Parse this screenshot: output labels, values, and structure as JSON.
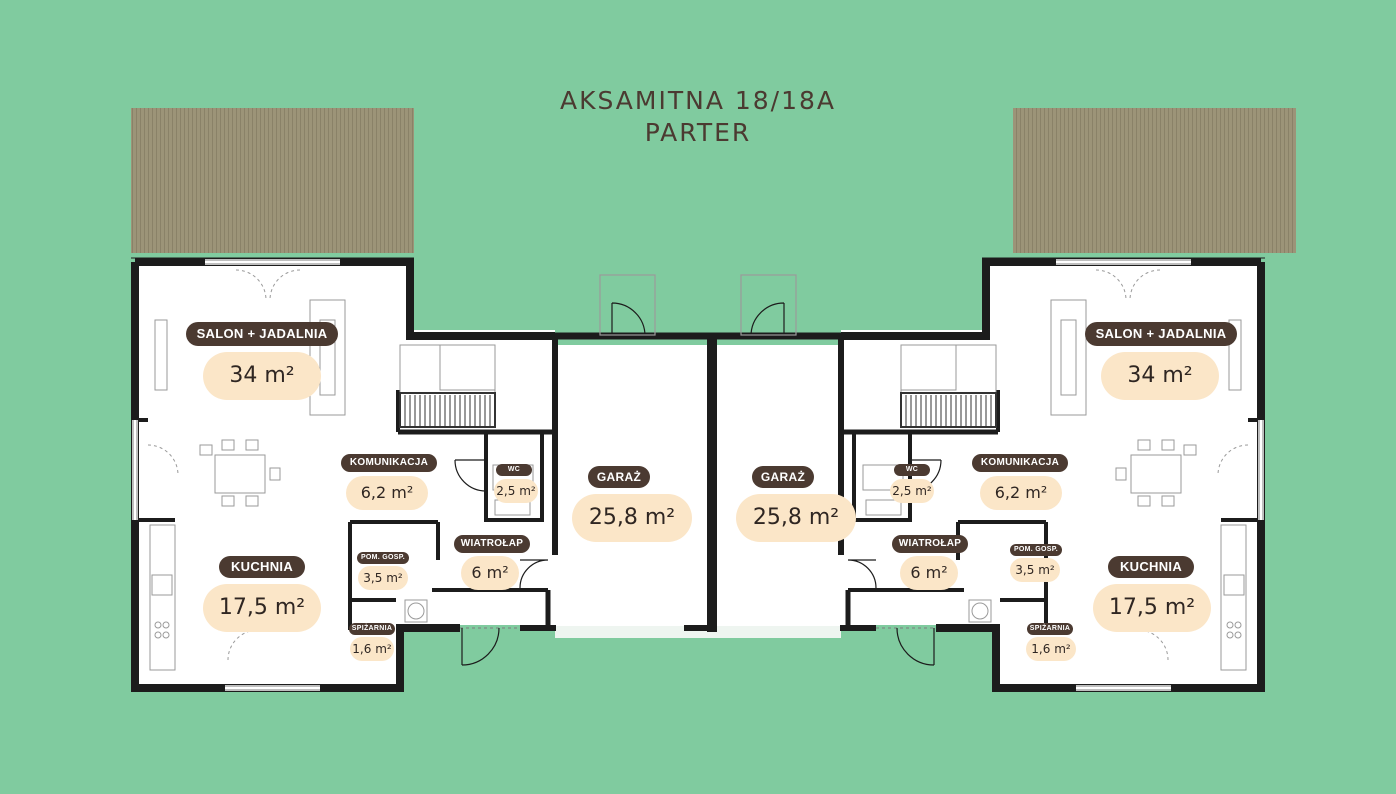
{
  "title": {
    "line1": "AKSAMITNA 18/18A",
    "line2": "PARTER"
  },
  "colors": {
    "background": "#80cb9f",
    "label_bg": "#4b3a31",
    "area_bg": "#fbe6c8",
    "terrace": "#9c9478",
    "wall": "#1c1c1c"
  },
  "left": {
    "salon": {
      "label": "SALON + JADALNIA",
      "area": "34 m²"
    },
    "komunikacja": {
      "label": "KOMUNIKACJA",
      "area": "6,2 m²"
    },
    "wc": {
      "label": "WC",
      "area": "2,5 m²"
    },
    "garaz": {
      "label": "GARAŻ",
      "area": "25,8 m²"
    },
    "wiatrolap": {
      "label": "WIATROŁAP",
      "area": "6 m²"
    },
    "pom_gosp": {
      "label": "POM. GOSP.",
      "area": "3,5 m²"
    },
    "kuchnia": {
      "label": "KUCHNIA",
      "area": "17,5 m²"
    },
    "spizarnia": {
      "label": "SPIŻARNIA",
      "area": "1,6 m²"
    }
  },
  "right": {
    "salon": {
      "label": "SALON + JADALNIA",
      "area": "34 m²"
    },
    "komunikacja": {
      "label": "KOMUNIKACJA",
      "area": "6,2 m²"
    },
    "wc": {
      "label": "WC",
      "area": "2,5 m²"
    },
    "garaz": {
      "label": "GARAŻ",
      "area": "25,8 m²"
    },
    "wiatrolap": {
      "label": "WIATROŁAP",
      "area": "6 m²"
    },
    "pom_gosp": {
      "label": "POM. GOSP.",
      "area": "3,5 m²"
    },
    "kuchnia": {
      "label": "KUCHNIA",
      "area": "17,5 m²"
    },
    "spizarnia": {
      "label": "SPIŻARNIA",
      "area": "1,6 m²"
    }
  }
}
